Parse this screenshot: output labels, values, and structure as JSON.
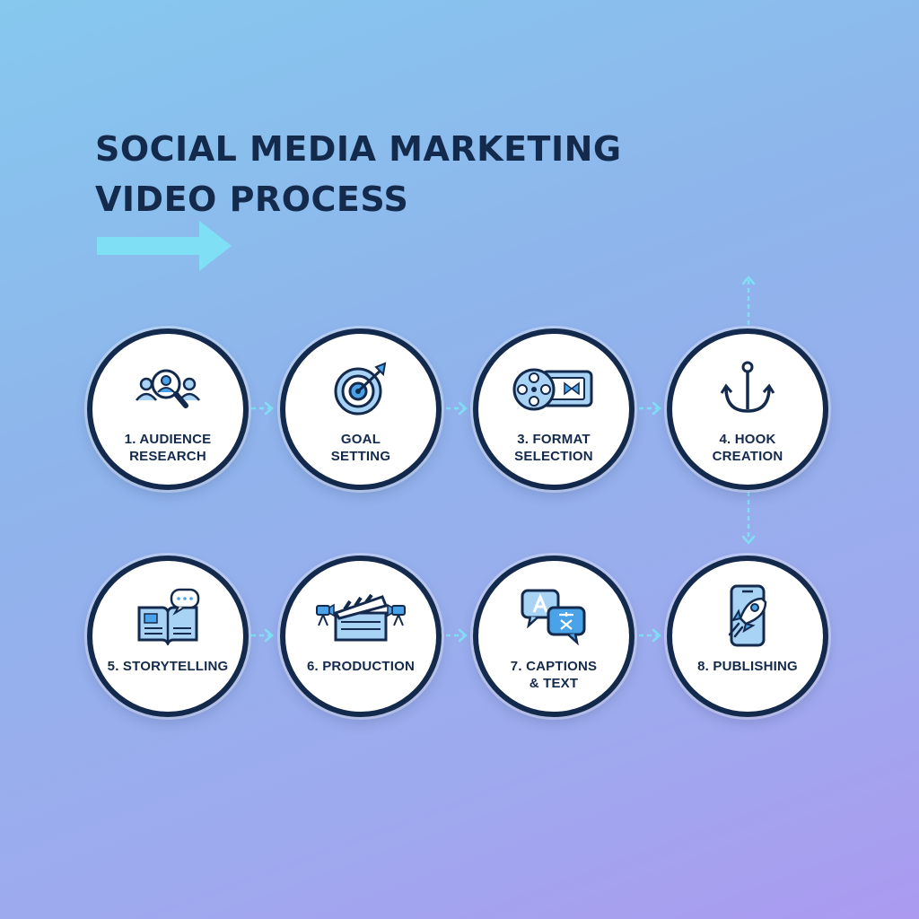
{
  "title": {
    "line1": "SOCIAL MEDIA MARKETING",
    "line2": "VIDEO PROCESS"
  },
  "colors": {
    "navy": "#142a4c",
    "accent_blue": "#4aa3e8",
    "icon_fill": "#a9d3f5",
    "arrow_cyan": "#7fe0f5"
  },
  "steps": [
    {
      "line1": "1. AUDIENCE",
      "line2": "RESEARCH",
      "icon": "audience-search-icon"
    },
    {
      "line1": "GOAL",
      "line2": "SETTING",
      "icon": "target-icon"
    },
    {
      "line1": "3. FORMAT",
      "line2": "SELECTION",
      "icon": "film-reel-icon"
    },
    {
      "line1": "4. HOOK",
      "line2": "CREATION",
      "icon": "hook-icon"
    },
    {
      "line1": "5. STORYTELLING",
      "line2": "",
      "icon": "book-speech-icon"
    },
    {
      "line1": "6. PRODUCTION",
      "line2": "",
      "icon": "clapperboard-icon"
    },
    {
      "line1": "7. CAPTIONS",
      "line2": "& TEXT",
      "icon": "translate-bubbles-icon"
    },
    {
      "line1": "8. PUBLISHING",
      "line2": "",
      "icon": "rocket-phone-icon"
    }
  ]
}
